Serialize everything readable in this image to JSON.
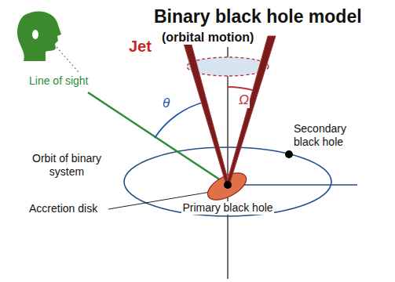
{
  "diagram": {
    "title": "Binary black hole model",
    "labels": [
      "(orbital motion)",
      "Jet",
      "Line of sight",
      "θ",
      "Ω",
      "Secondary black hole",
      "Orbit of binary system",
      "Accretion disk",
      "Primary black hole"
    ]
  }
}
